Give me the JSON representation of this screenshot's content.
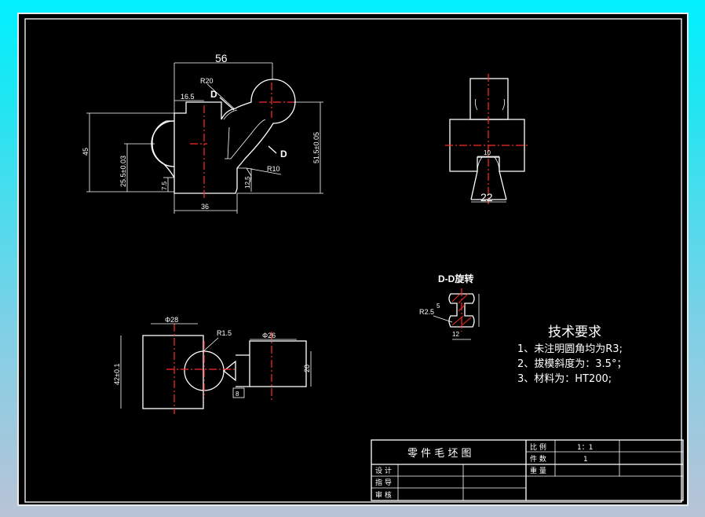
{
  "drawing": {
    "dims_front": {
      "d56": "56",
      "r20": "R20",
      "d16_5": "16.5",
      "sec_d1": "D",
      "sec_d2": "D",
      "d45": "45",
      "d25_5": "25.5±0.03",
      "d7_5": "7.5",
      "d12_5": "12.5",
      "r10": "R10",
      "d51_5": "51.5±0.05",
      "d36": "36"
    },
    "dims_side": {
      "d10": "10",
      "d22": "22"
    },
    "section": {
      "title": "D-D旋转",
      "d5": "5",
      "r2_5": "R2.5",
      "d12": "12"
    },
    "dims_top": {
      "phi28": "Φ28",
      "r1_5": "R1.5",
      "phi26": "Φ26",
      "d42": "42±0.1",
      "d8": "8",
      "d20": "20"
    },
    "requirements": {
      "title": "技术要求",
      "items": [
        "1、未注明圆角均为R3;",
        "2、拔模斜度为：3.5°；",
        "3、材料为：HT200;"
      ]
    },
    "title_block": {
      "name": "零 件 毛 坯 图",
      "scale_label": "比 例",
      "scale_value": "1：1",
      "qty_label": "件 数",
      "qty_value": "1",
      "weight_label": "重 量",
      "design_label": "设 计",
      "guide_label": "指 导",
      "review_label": "审 核"
    }
  }
}
